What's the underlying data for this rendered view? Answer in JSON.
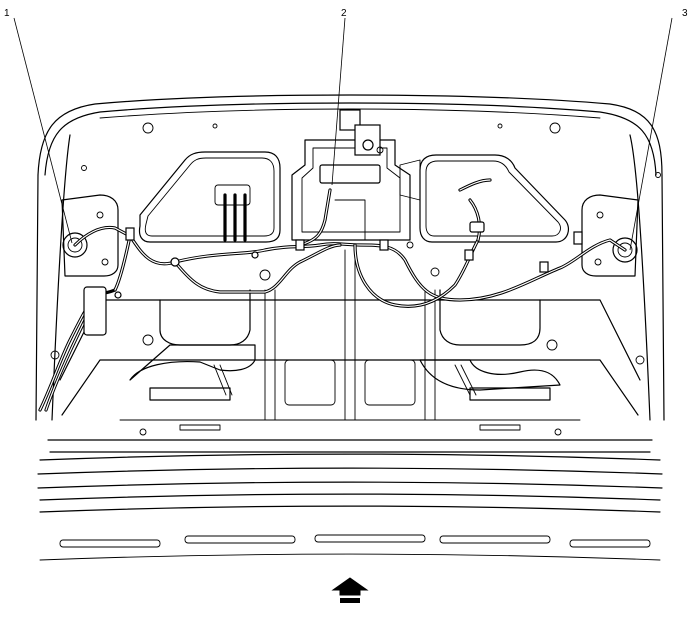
{
  "callouts": [
    {
      "label": "1"
    },
    {
      "label": "2"
    },
    {
      "label": "3"
    }
  ],
  "icons": {
    "front_arrow": "double-up-arrow-icon"
  }
}
